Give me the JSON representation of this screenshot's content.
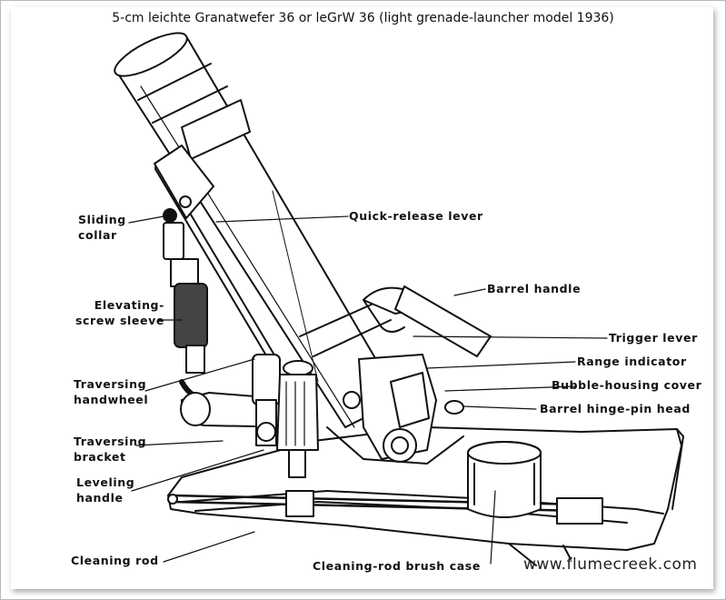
{
  "title": "5-cm leichte Granatwefer 36 or leGrW 36 (light grenade-launcher model 1936)",
  "labels": {
    "sliding_collar": [
      "Sliding",
      "collar"
    ],
    "quick_release_lever": "Quick-release lever",
    "barrel_handle": "Barrel handle",
    "elevating_screw_sleeve": [
      "Elevating-",
      "screw sleeve"
    ],
    "trigger_lever": "Trigger lever",
    "range_indicator": "Range indicator",
    "traversing_handwheel": [
      "Traversing",
      "handwheel"
    ],
    "bubble_housing_cover": "Bubble-housing cover",
    "barrel_hinge_pin_head": "Barrel hinge-pin head",
    "traversing_bracket": [
      "Traversing",
      "bracket"
    ],
    "leveling_handle": [
      "Leveling",
      "handle"
    ],
    "cleaning_rod": "Cleaning rod",
    "cleaning_rod_brush_case": "Cleaning-rod brush case"
  },
  "watermark": "www.flumecreek.com",
  "colors": {
    "ink": "#111111",
    "paper": "#ffffff",
    "frame": "#b8b8b8"
  }
}
